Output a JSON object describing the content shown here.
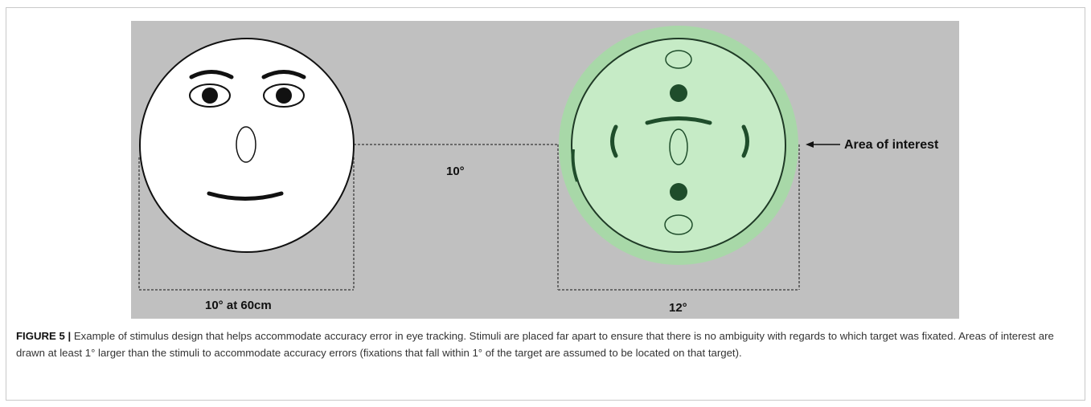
{
  "figure": {
    "labels": {
      "left_width": "10° at 60cm",
      "separation": "10°",
      "right_width": "12°",
      "aoi": "Area of interest"
    },
    "colors": {
      "panel_bg": "#c0c0c0",
      "face_fill": "#ffffff",
      "aoi_fill": "#a8d8a8",
      "inner_green": "#c6ebc6",
      "dark_green": "#1f4d2b",
      "stroke": "#111111"
    }
  },
  "caption": {
    "label": "FIGURE 5 |",
    "text": " Example of stimulus design that helps accommodate accuracy error in eye tracking. Stimuli are placed far apart to ensure that there is no ambiguity with regards to which target was fixated. Areas of interest are drawn at least 1° larger than the stimuli to accommodate accuracy errors (fixations that fall within 1° of the target are assumed to be located on that target)."
  }
}
